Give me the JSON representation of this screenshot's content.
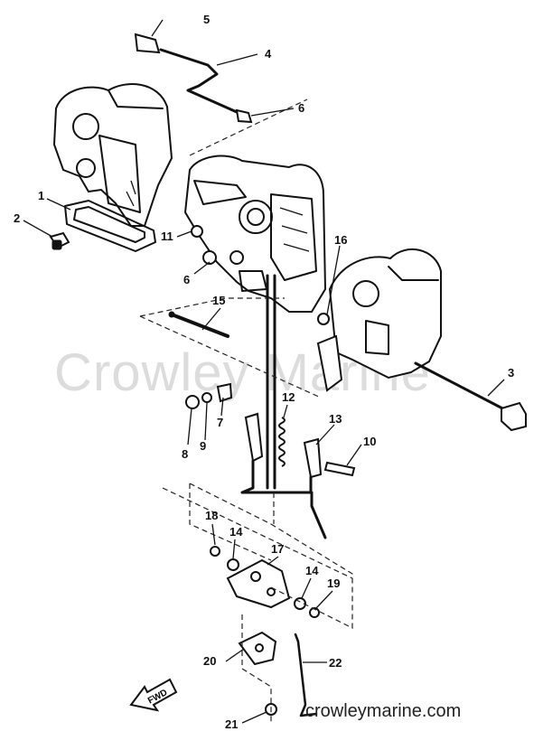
{
  "watermark": "Crowley Marine",
  "footer": "crowleymarine.com",
  "direction_label": "FWD",
  "callouts": {
    "c1": "1",
    "c2": "2",
    "c3": "3",
    "c4": "4",
    "c5": "5",
    "c6a": "6",
    "c6b": "6",
    "c7": "7",
    "c8": "8",
    "c9": "9",
    "c10": "10",
    "c11": "11",
    "c12": "12",
    "c13": "13",
    "c14a": "14",
    "c14b": "14",
    "c15": "15",
    "c16": "16",
    "c17": "17",
    "c18": "18",
    "c19": "19",
    "c20": "20",
    "c21": "21",
    "c22": "22"
  }
}
